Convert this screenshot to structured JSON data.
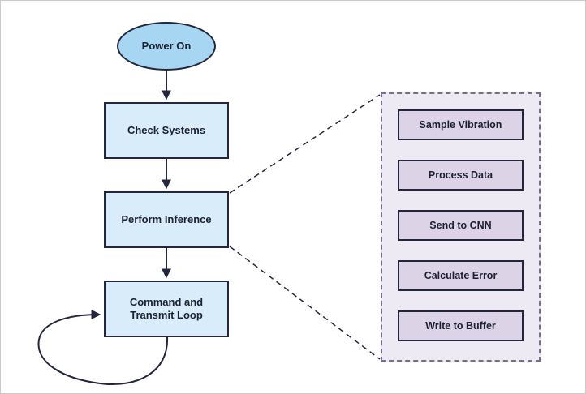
{
  "flowchart": {
    "start": {
      "label": "Power On"
    },
    "nodes": [
      {
        "label": "Check Systems"
      },
      {
        "label": "Perform Inference"
      },
      {
        "label": "Command and Transmit Loop"
      }
    ],
    "detail": {
      "steps": [
        {
          "label": "Sample Vibration"
        },
        {
          "label": "Process Data"
        },
        {
          "label": "Send to CNN"
        },
        {
          "label": "Calculate Error"
        },
        {
          "label": "Write to Buffer"
        }
      ]
    },
    "colors": {
      "node_border": "#23263d",
      "terminal_fill": "#a7d6f2",
      "process_fill": "#d8ecfa",
      "panel_fill": "#edeaf3",
      "panel_border": "#7a6c8f",
      "step_fill": "#dcd3e6",
      "text": "#1c2033",
      "arrow": "#23263d"
    }
  }
}
